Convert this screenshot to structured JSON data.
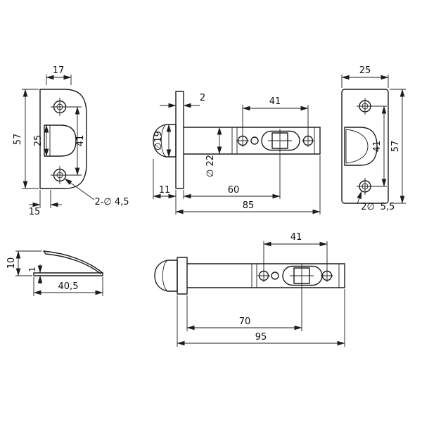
{
  "colors": {
    "background": "#ffffff",
    "line": "#1c1c1c"
  },
  "views": {
    "strike_plate_front": {
      "dims": {
        "hole_offset": "17",
        "height": "57",
        "cutout_height": "25",
        "hole_spacing": "41",
        "flange": "15",
        "holes_note": "2-∅ 4,5"
      }
    },
    "latch_body_60": {
      "dims": {
        "faceplate_thickness": "2",
        "case_length": "41",
        "bolt_dia": "∅19",
        "tube_dia": "∅ 22",
        "head_length": "11",
        "backset": "60",
        "overall": "85"
      }
    },
    "faceplate_front": {
      "dims": {
        "width": "25",
        "height": "57",
        "hole_spacing": "41",
        "holes_note_count": "2∅",
        "holes_note_dia": "5,5"
      }
    },
    "strike_plate_side": {
      "dims": {
        "lip_height": "10",
        "thickness": "1",
        "depth": "40,5"
      }
    },
    "latch_body_70": {
      "dims": {
        "case_length": "41",
        "backset": "70",
        "overall": "95"
      }
    }
  }
}
